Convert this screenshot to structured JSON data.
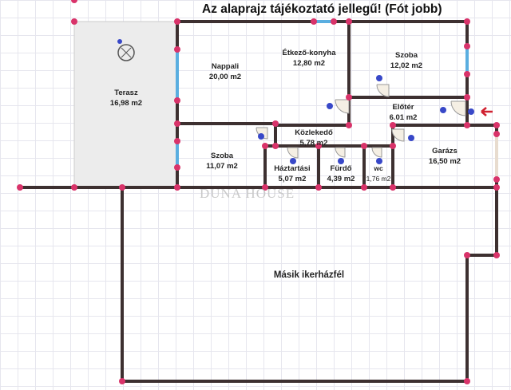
{
  "title": "Az alaprajz tájékoztató jellegű! (Fót jobb)",
  "watermark": "DUNA HOUSE",
  "rooms": [
    {
      "name": "Terasz",
      "area": "16,98 m2"
    },
    {
      "name": "Nappali",
      "area": "20,00 m2"
    },
    {
      "name": "Étkező-konyha",
      "area": "12,80 m2"
    },
    {
      "name": "Szoba",
      "area": "12,02 m2"
    },
    {
      "name": "Előtér",
      "area": "6.01 m2"
    },
    {
      "name": "Közlekedő",
      "area": "5,78 m2"
    },
    {
      "name": "Szoba",
      "area": "11,07 m2"
    },
    {
      "name": "Háztartási",
      "area": "5,07 m2"
    },
    {
      "name": "Fürdő",
      "area": "4,39 m2"
    },
    {
      "name": "wc",
      "area": "1,76 m2"
    },
    {
      "name": "Garázs",
      "area": "16,50 m2"
    }
  ],
  "other_half": "Másik ikerházfél",
  "colors": {
    "wall": "#3d3030",
    "window": "#5aaee0",
    "node": "#d9336a",
    "door_dot": "#3848c8",
    "entrance": "#d02030"
  }
}
